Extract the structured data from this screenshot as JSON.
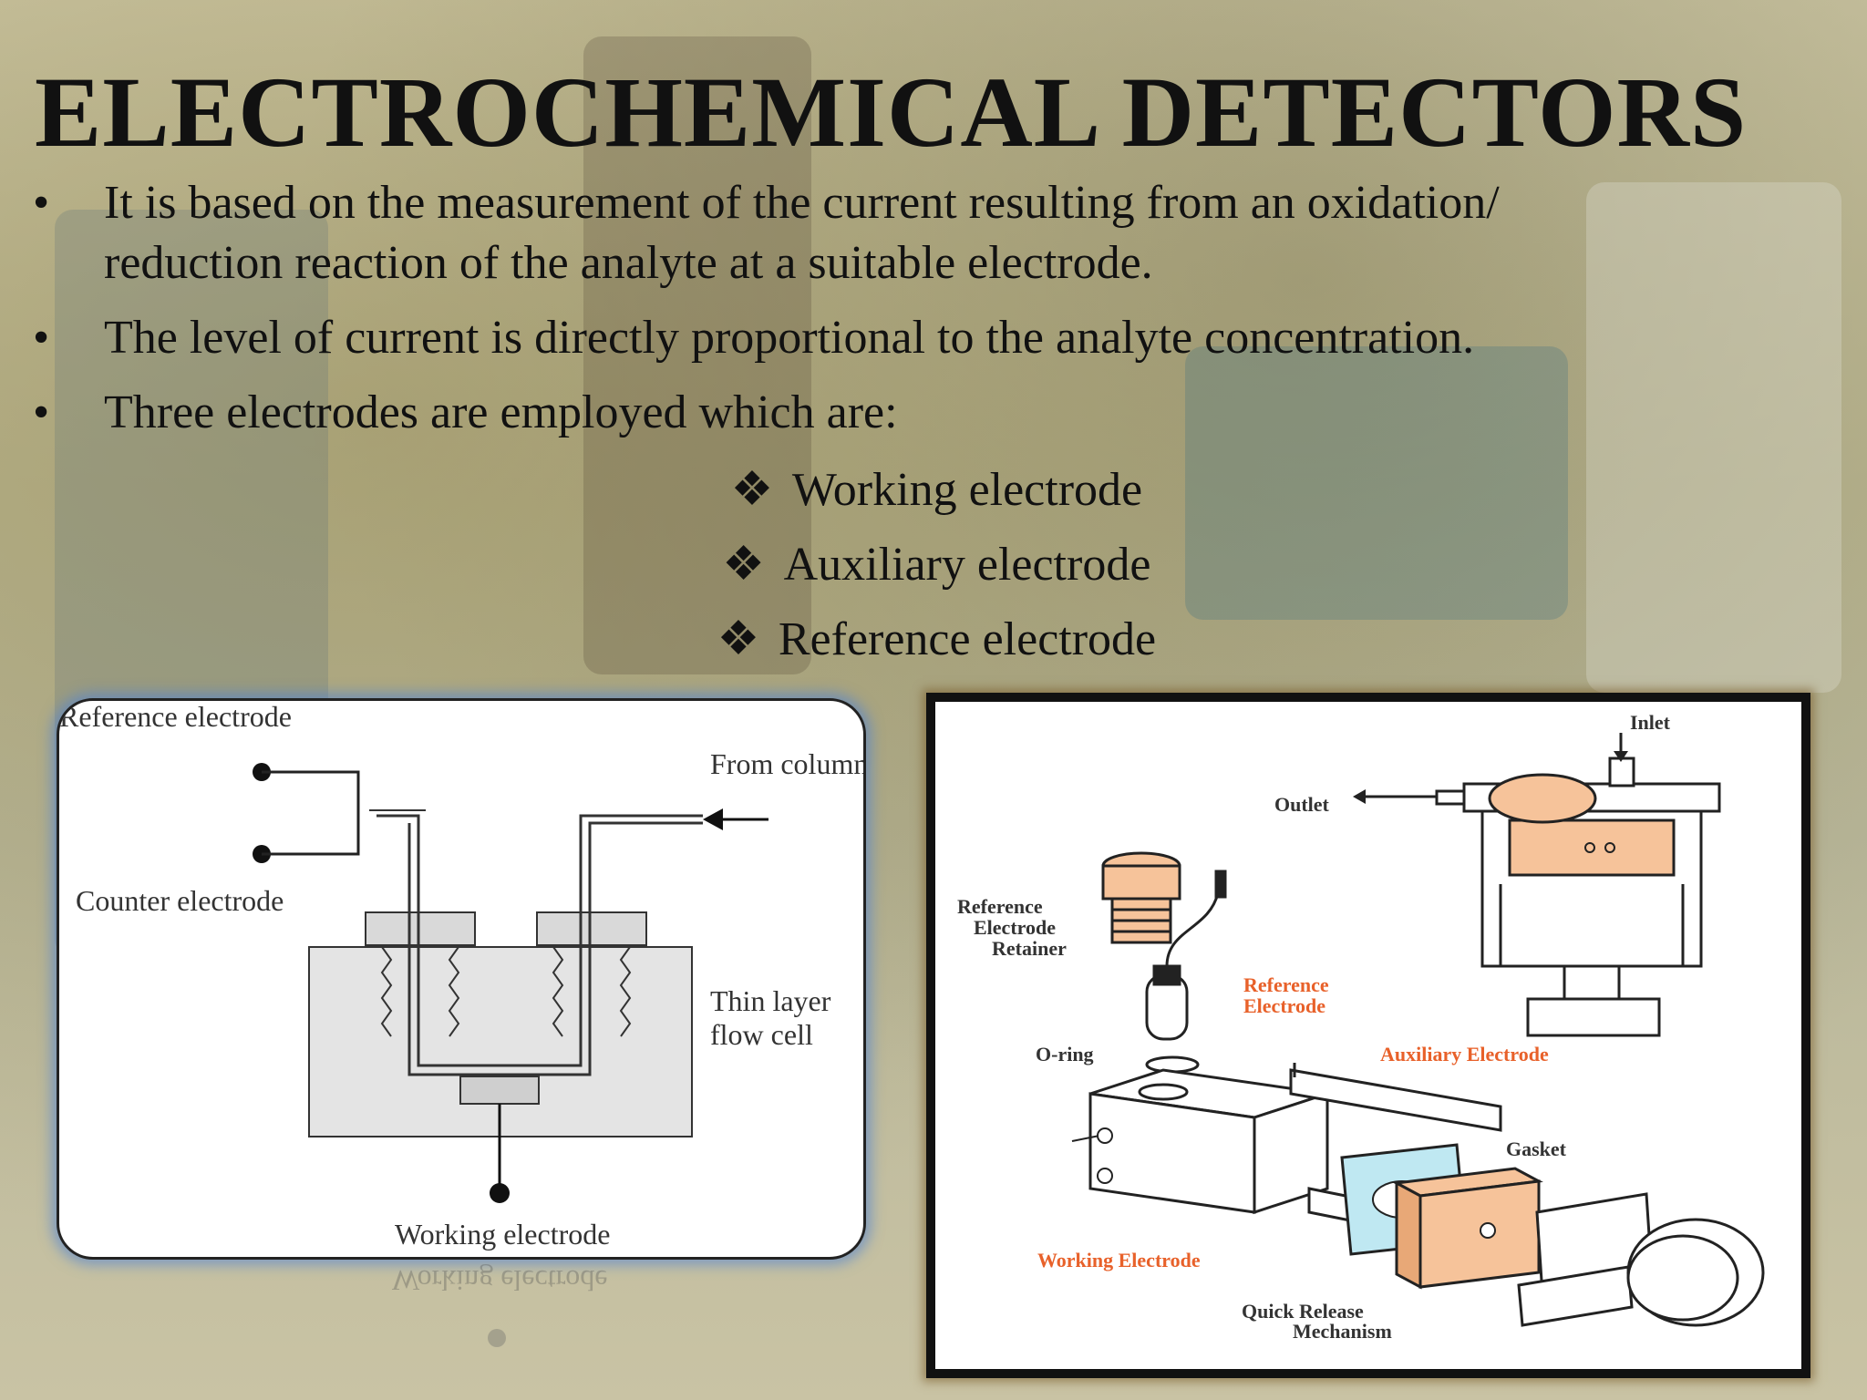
{
  "slide": {
    "title": "ELECTROCHEMICAL  DETECTORS",
    "bullets": [
      "It is based on the measurement of the current resulting from an oxidation/ reduction reaction of the analyte at a suitable electrode.",
      "The level of current is directly proportional to the analyte concentration.",
      "Three electrodes are employed which are:"
    ],
    "bullet_symbol": "•",
    "sub_symbol": "❖",
    "sub_items": [
      "Working electrode",
      "Auxiliary electrode",
      "Reference electrode"
    ]
  },
  "diagram_left": {
    "labels": {
      "reference": "Reference electrode",
      "counter": "Counter electrode",
      "from_column": "From column",
      "thin_layer_1": "Thin layer",
      "thin_layer_2": "flow cell",
      "working": "Working electrode"
    }
  },
  "diagram_right": {
    "labels": {
      "inlet": "Inlet",
      "outlet": "Outlet",
      "ref_retainer_1": "Reference",
      "ref_retainer_2": "Electrode",
      "ref_retainer_3": "Retainer",
      "ref_electrode_1": "Reference",
      "ref_electrode_2": "Electrode",
      "oring": "O-ring",
      "auxiliary": "Auxiliary Electrode",
      "gasket": "Gasket",
      "working": "Working Electrode",
      "quick_release_1": "Quick Release",
      "quick_release_2": "Mechanism"
    },
    "colors": {
      "orange_label": "#e8612a",
      "part_fill": "#f6c39a",
      "gasket_fill": "#bfe8f2"
    }
  }
}
